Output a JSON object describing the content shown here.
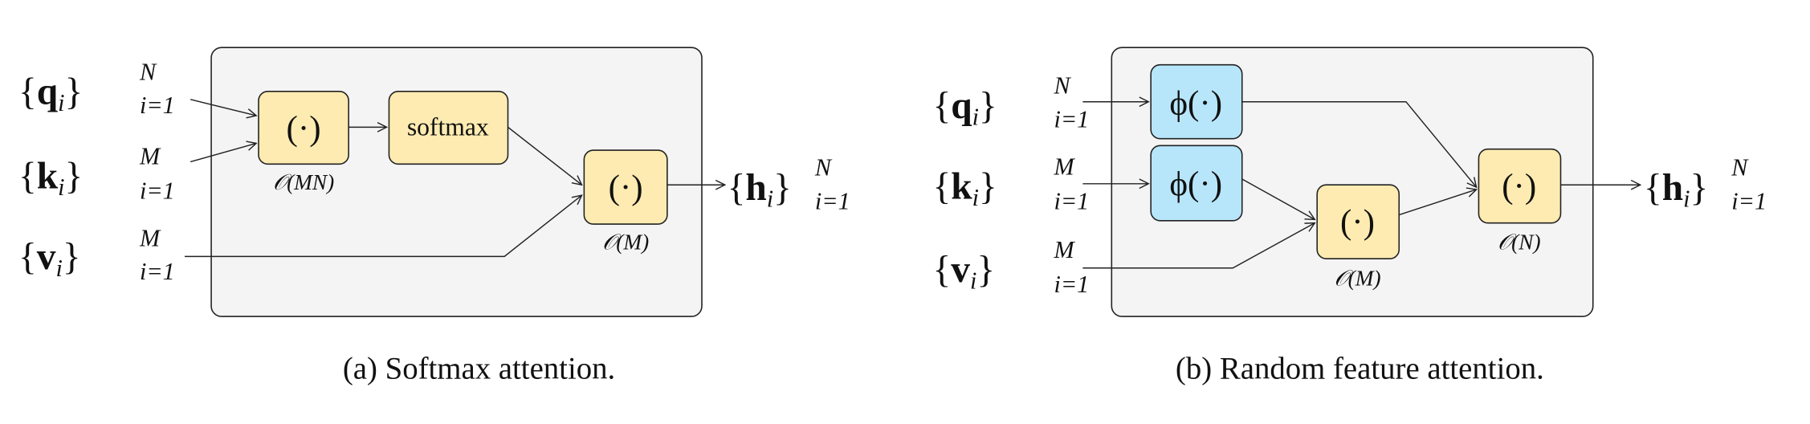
{
  "colors": {
    "panel": "#f4f4f4",
    "op_box": "#fdebb1",
    "feature_box": "#b7e6fb"
  },
  "brace_open": "{",
  "brace_close": "}",
  "index": "i",
  "panel_a": {
    "caption": "(a)  Softmax attention.",
    "inputs": [
      {
        "sym": "q",
        "sup": "N",
        "sub": "i=1"
      },
      {
        "sym": "k",
        "sup": "M",
        "sub": "i=1"
      },
      {
        "sym": "v",
        "sup": "M",
        "sub": "i=1"
      }
    ],
    "output": {
      "sym": "h",
      "sup": "N",
      "sub": "i=1"
    },
    "dot_box_1": {
      "label": "(·)",
      "complexity": "𝒪(MN)"
    },
    "softmax_box": {
      "label": "softmax"
    },
    "dot_box_2": {
      "label": "(·)",
      "complexity": "𝒪(M)"
    }
  },
  "panel_b": {
    "caption": "(b) Random feature attention.",
    "inputs": [
      {
        "sym": "q",
        "sup": "N",
        "sub": "i=1"
      },
      {
        "sym": "k",
        "sup": "M",
        "sub": "i=1"
      },
      {
        "sym": "v",
        "sup": "M",
        "sub": "i=1"
      }
    ],
    "output": {
      "sym": "h",
      "sup": "N",
      "sub": "i=1"
    },
    "phi_box_q": {
      "label": "ϕ(·)"
    },
    "phi_box_k": {
      "label": "ϕ(·)"
    },
    "dot_box_m": {
      "label": "(·)",
      "complexity": "𝒪(M)"
    },
    "dot_box_n": {
      "label": "(·)",
      "complexity": "𝒪(N)"
    }
  }
}
